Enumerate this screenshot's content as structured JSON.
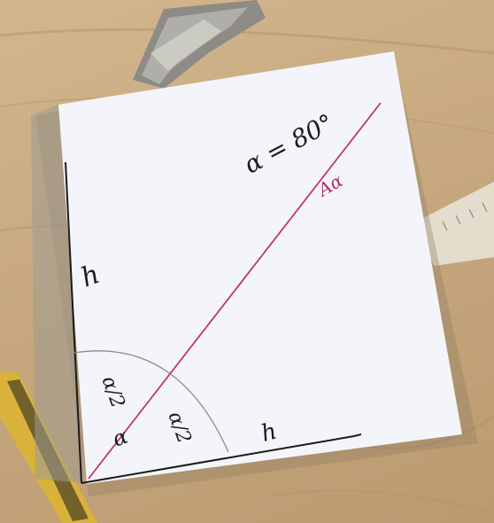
{
  "photo": {
    "description_free": true,
    "annotations": {
      "angle_value": "α = 80°",
      "bisector_label": "Aα",
      "left_edge_label": "h",
      "bottom_edge_label": "h",
      "half_angle_upper": "α/2",
      "half_angle_lower": "α/2",
      "vertex_angle": "α"
    },
    "colors": {
      "paper": "#f4f5fb",
      "bisector_line": "#c2356f",
      "pencil_arc": "#8a8a8a",
      "ink": "#1c1c1c",
      "table_wood": "#c9aa80"
    },
    "icons": [
      "ruler-object",
      "metal-tool-object"
    ]
  }
}
